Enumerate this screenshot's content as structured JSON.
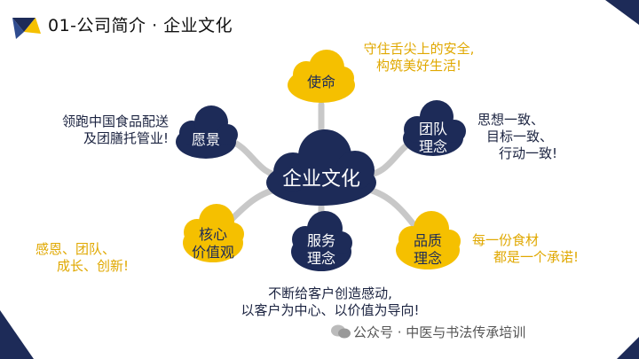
{
  "header": {
    "title": "01-公司简介 · 企业文化"
  },
  "center": {
    "label": "企业文化"
  },
  "nodes": {
    "mission": {
      "label": "使命",
      "note": [
        "守住舌尖上的安全,",
        "构筑美好生活!"
      ]
    },
    "vision": {
      "label": "愿景",
      "note": [
        "领跑中国食品配送",
        "及团膳托管业!"
      ]
    },
    "team": {
      "label": [
        "团队",
        "理念"
      ],
      "note": [
        "思想一致、",
        "目标一致、",
        "行动一致!"
      ]
    },
    "core": {
      "label": [
        "核心",
        "价值观"
      ],
      "note": [
        "感恩、团队、",
        "成长、创新!"
      ]
    },
    "service": {
      "label": [
        "服务",
        "理念"
      ],
      "note": [
        "不断给客户创造感动,",
        "以客户为中心、以价值为导向!"
      ]
    },
    "quality": {
      "label": [
        "品质",
        "理念"
      ],
      "note": [
        "每一份食材",
        "都是一个承诺!"
      ]
    }
  },
  "watermark": {
    "text": "公众号 · 中医与书法传承培训"
  },
  "colors": {
    "navy": "#1d2b58",
    "gold": "#f5c000",
    "connector": "#c8c8c8",
    "accent_blue": "#4f86d8"
  }
}
